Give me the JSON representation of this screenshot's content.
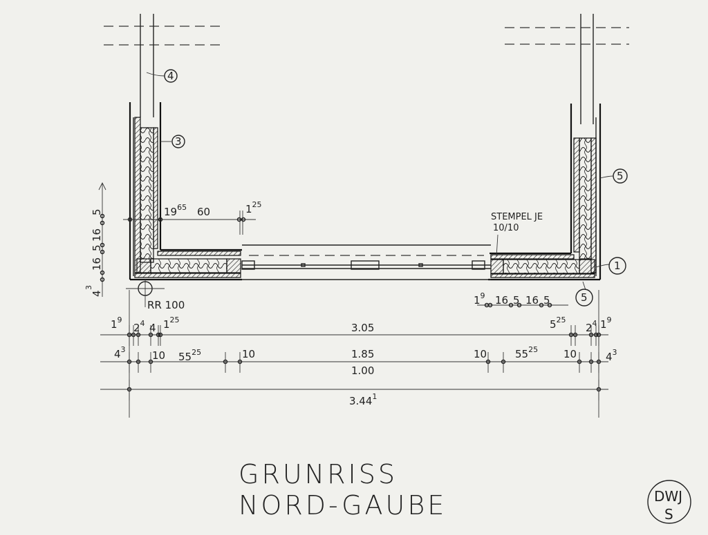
{
  "title": {
    "line1": "GRUNRISS",
    "line2": "NORD-GAUBE"
  },
  "stamp": {
    "line1": "DWJ",
    "line2": "S"
  },
  "callouts": [
    "4",
    "3",
    "5",
    "1",
    "5"
  ],
  "notes": {
    "rr": "RR 100",
    "stempel_line1": "STEMPEL JE",
    "stempel_line2": "10/10"
  },
  "dims_left_vertical": [
    "5",
    "16",
    "5",
    "16",
    "4",
    "3"
  ],
  "dims_top": [
    {
      "base": "19",
      "sup": "65"
    },
    {
      "base": "60",
      "sup": ""
    },
    {
      "base": "1",
      "sup": "25"
    }
  ],
  "dims_right_small": [
    {
      "base": "1",
      "sup": "9"
    },
    {
      "base": "16",
      "sup": ""
    },
    {
      "base": "5",
      "sup": ""
    },
    {
      "base": "16",
      "sup": ""
    },
    {
      "base": "5",
      "sup": ""
    }
  ],
  "row1": [
    {
      "base": "1",
      "sup": "9"
    },
    {
      "base": "2",
      "sup": "4"
    },
    {
      "base": "4",
      "sup": ""
    },
    {
      "base": "1",
      "sup": "25"
    },
    {
      "base": "3.05",
      "sup": ""
    },
    {
      "base": "5",
      "sup": "25"
    },
    {
      "base": "2",
      "sup": "4"
    },
    {
      "base": "1",
      "sup": "9"
    }
  ],
  "row2": [
    {
      "base": "4",
      "sup": "3"
    },
    {
      "base": "10",
      "sup": ""
    },
    {
      "base": "55",
      "sup": "25"
    },
    {
      "base": "10",
      "sup": ""
    },
    {
      "base": "1.85",
      "sup": ""
    },
    {
      "base": "10",
      "sup": ""
    },
    {
      "base": "55",
      "sup": "25"
    },
    {
      "base": "10",
      "sup": ""
    },
    {
      "base": "4",
      "sup": "3"
    }
  ],
  "row2b": {
    "base": "1.00",
    "sup": ""
  },
  "row3": {
    "base": "3.44",
    "sup": "1"
  }
}
